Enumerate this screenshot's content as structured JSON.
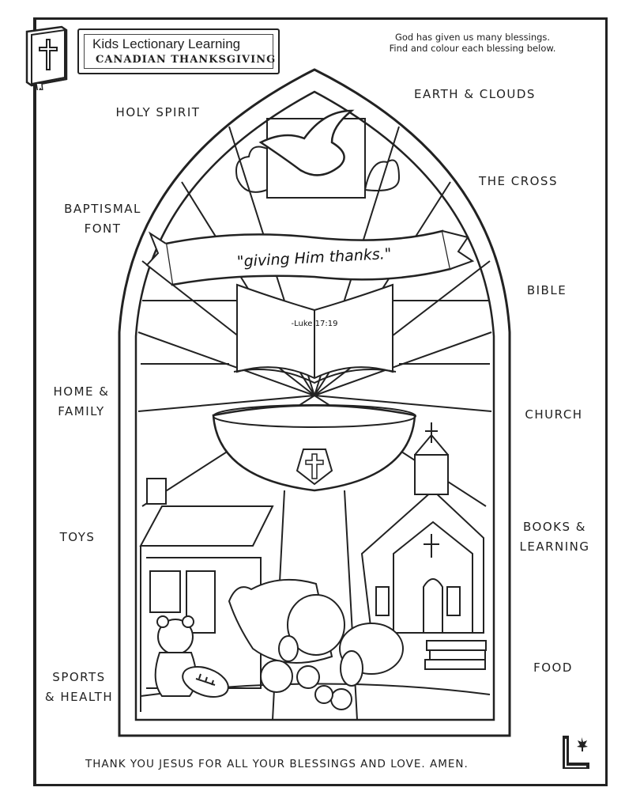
{
  "header": {
    "title": "Kids Lectionary Learning",
    "subtitle": "CANADIAN THANKSGIVING"
  },
  "instructions": {
    "line1": "God has given us many blessings.",
    "line2": "Find and colour each blessing below."
  },
  "blessings": {
    "left": {
      "holy_spirit": "HOLY SPIRIT",
      "baptismal_font_1": "BAPTISMAL",
      "baptismal_font_2": "FONT",
      "home_family_1": "HOME &",
      "home_family_2": "FAMILY",
      "toys": "TOYS",
      "sports_health_1": "SPORTS",
      "sports_health_2": "& HEALTH"
    },
    "right": {
      "earth_clouds": "EARTH & CLOUDS",
      "the_cross": "THE CROSS",
      "bible": "BIBLE",
      "church": "CHURCH",
      "books_learning_1": "BOOKS &",
      "books_learning_2": "LEARNING",
      "food": "FOOD"
    }
  },
  "window": {
    "banner_quote": "\"giving Him thanks.\"",
    "verse_ref": "-Luke 17:19"
  },
  "footer": {
    "prayer": "THANK YOU JESUS FOR ALL YOUR BLESSINGS AND LOVE. AMEN."
  },
  "icons": [
    "bible-cross-icon",
    "dove-icon",
    "cross-icon",
    "maple-leaf-logo-icon"
  ],
  "colors": {
    "ink": "#222222",
    "paper": "#ffffff"
  }
}
